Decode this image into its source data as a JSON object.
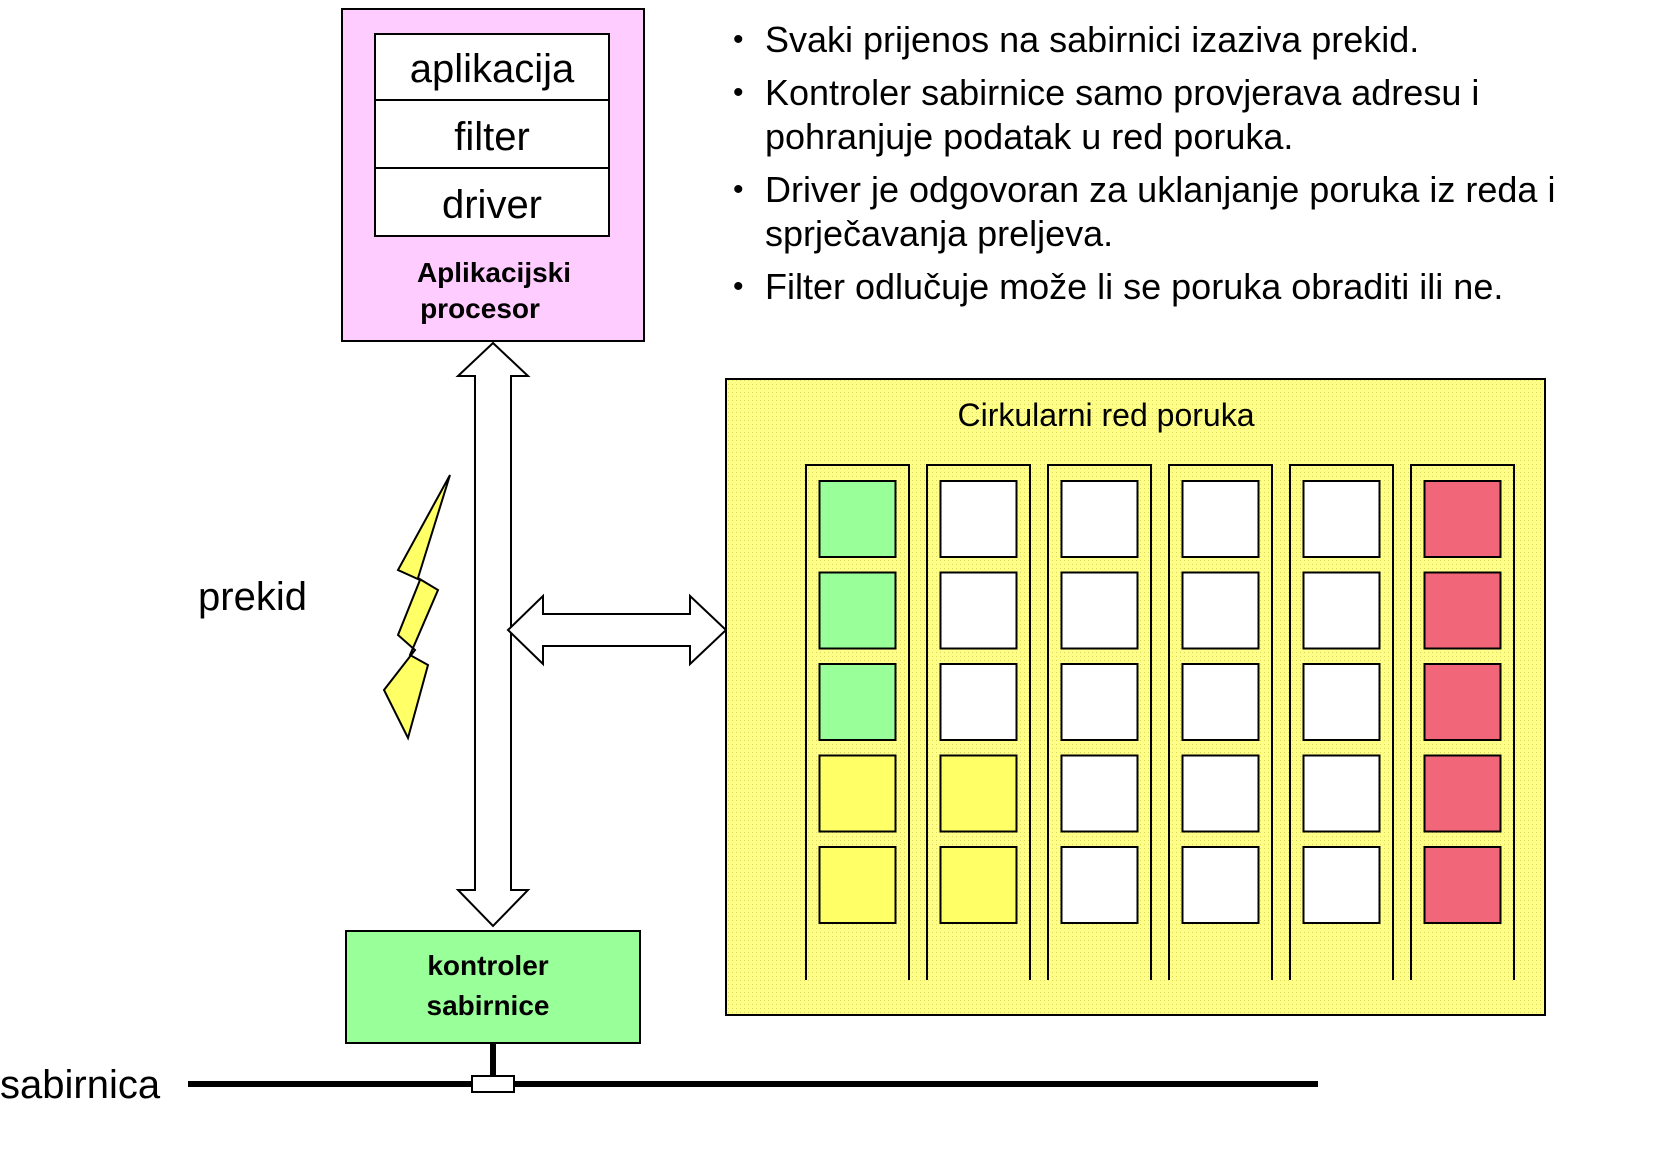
{
  "processor": {
    "layers": [
      "aplikacija",
      "filter",
      "driver"
    ],
    "title_line1": "Aplikacijski",
    "title_line2": "procesor",
    "color": "#ffccff"
  },
  "controller": {
    "line1": "kontroler",
    "line2": "sabirnice",
    "color": "#99ff99"
  },
  "interrupt_label": "prekid",
  "bus_label": "sabirnica",
  "queue": {
    "title": "Cirkularni red poruka",
    "background": "#ffff88",
    "columns": [
      [
        "green",
        "green",
        "green",
        "yellow",
        "yellow"
      ],
      [
        "white",
        "white",
        "white",
        "yellow",
        "yellow"
      ],
      [
        "white",
        "white",
        "white",
        "white",
        "white"
      ],
      [
        "white",
        "white",
        "white",
        "white",
        "white"
      ],
      [
        "white",
        "white",
        "white",
        "white",
        "white"
      ],
      [
        "red",
        "red",
        "red",
        "red",
        "red"
      ]
    ],
    "cell_colors": {
      "green": "#99ff99",
      "yellow": "#ffff66",
      "white": "#ffffff",
      "red": "#f2667a"
    }
  },
  "bullets": [
    "Svaki prijenos na sabirnici izaziva prekid.",
    "Kontroler sabirnice samo provjerava adresu i pohranjuje podatak u red poruka.",
    "Driver je odgovoran za uklanjanje poruka iz reda i sprječavanja preljeva.",
    "Filter odlučuje može li se poruka obraditi ili ne."
  ],
  "lightning_color": "#ffff66"
}
